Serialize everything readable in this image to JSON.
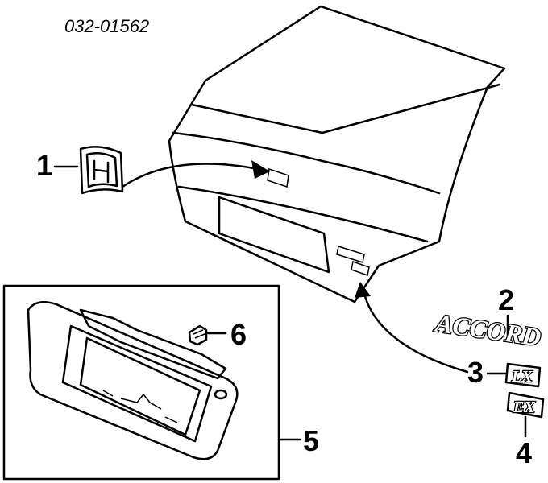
{
  "part_number": "032-01562",
  "callouts": [
    "1",
    "2",
    "3",
    "4",
    "5",
    "6"
  ],
  "emblems": {
    "model_name": "ACCORD",
    "trim_lx": "LX",
    "trim_ex": "EX"
  }
}
